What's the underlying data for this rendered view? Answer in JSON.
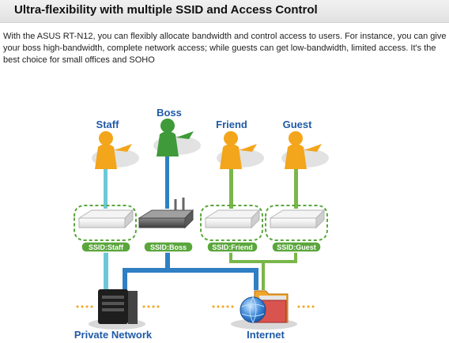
{
  "header": {
    "title": "Ultra-flexibility with multiple SSID and Access Control"
  },
  "description": "With the ASUS RT-N12, you can flexibly allocate bandwidth and control access to users. For instance, you can give your boss high-bandwidth, complete network access; while guests can get low-bandwidth, limited access. It's the best choice for small offices and SOHO",
  "diagram": {
    "users": [
      {
        "label": "Staff",
        "color": "#f3a51b"
      },
      {
        "label": "Boss",
        "color": "#3f9a3a"
      },
      {
        "label": "Friend",
        "color": "#f3a51b"
      },
      {
        "label": "Guest",
        "color": "#f3a51b"
      }
    ],
    "ssids": [
      "SSID:Staff",
      "SSID:Boss",
      "SSID:Friend",
      "SSID:Guest"
    ],
    "private_network": "Private Network",
    "internet": "Internet",
    "colors": {
      "title": "#1f5aa6",
      "ssid_badge": "#5aa63c",
      "dashed_outline": "#5aa63c",
      "private_link": "#6cc8d8",
      "main_link": "#2f7fc4",
      "guest_link": "#7ab64a",
      "dots": "#f3a51b"
    }
  }
}
